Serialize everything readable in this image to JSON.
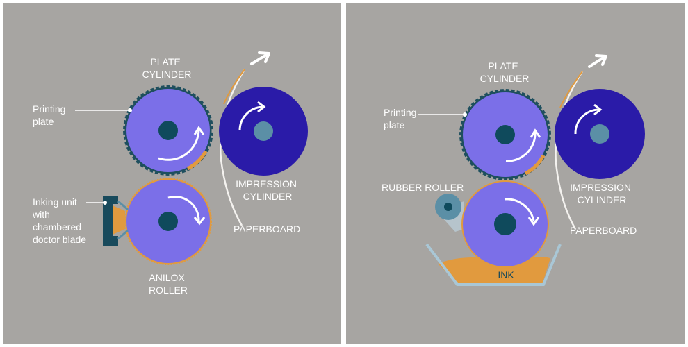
{
  "colors": {
    "background": "#a7a5a2",
    "plate_cylinder": "#7b6fe8",
    "impression_cylinder": "#2a1ba8",
    "hub_dark": "#0f4a5c",
    "hub_light": "#5b8fa6",
    "printing_plate": "#1e4f5e",
    "ink": "#e19a3e",
    "tray": "#a9c7d6",
    "paperboard": "#f4f2ef"
  },
  "left": {
    "plate_cylinder": [
      "PLATE",
      "CYLINDER"
    ],
    "printing_plate": [
      "Printing",
      "plate"
    ],
    "inking_unit": [
      "Inking unit",
      "with",
      "chambered",
      "doctor blade"
    ],
    "impression_cylinder": [
      "IMPRESSION",
      "CYLINDER"
    ],
    "paperboard": "PAPERBOARD",
    "anilox_roller": [
      "ANILOX",
      "ROLLER"
    ]
  },
  "right": {
    "plate_cylinder": [
      "PLATE",
      "CYLINDER"
    ],
    "printing_plate": [
      "Printing",
      "plate"
    ],
    "rubber_roller": "RUBBER ROLLER",
    "impression_cylinder": [
      "IMPRESSION",
      "CYLINDER"
    ],
    "paperboard": "PAPERBOARD",
    "ink": "INK"
  }
}
